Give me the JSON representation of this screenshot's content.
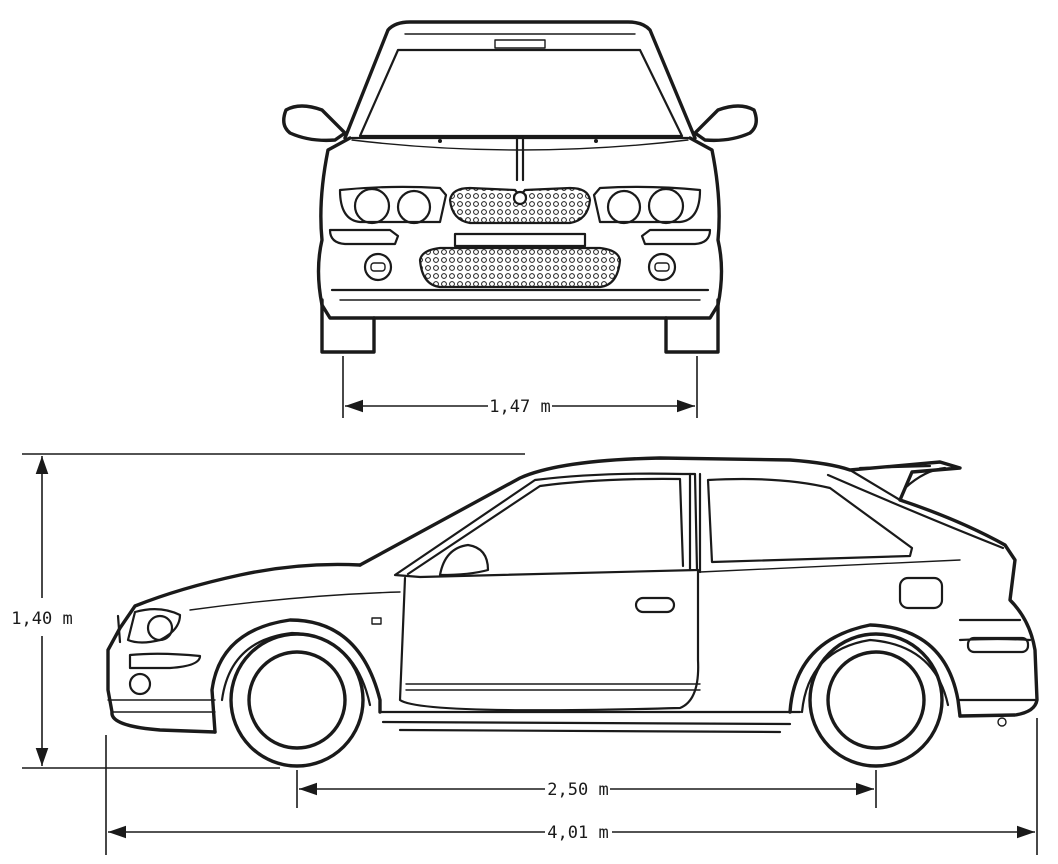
{
  "dimensions": {
    "track_width": "1,47 m",
    "height": "1,40 m",
    "wheelbase": "2,50 m",
    "overall_length": "4,01 m"
  }
}
